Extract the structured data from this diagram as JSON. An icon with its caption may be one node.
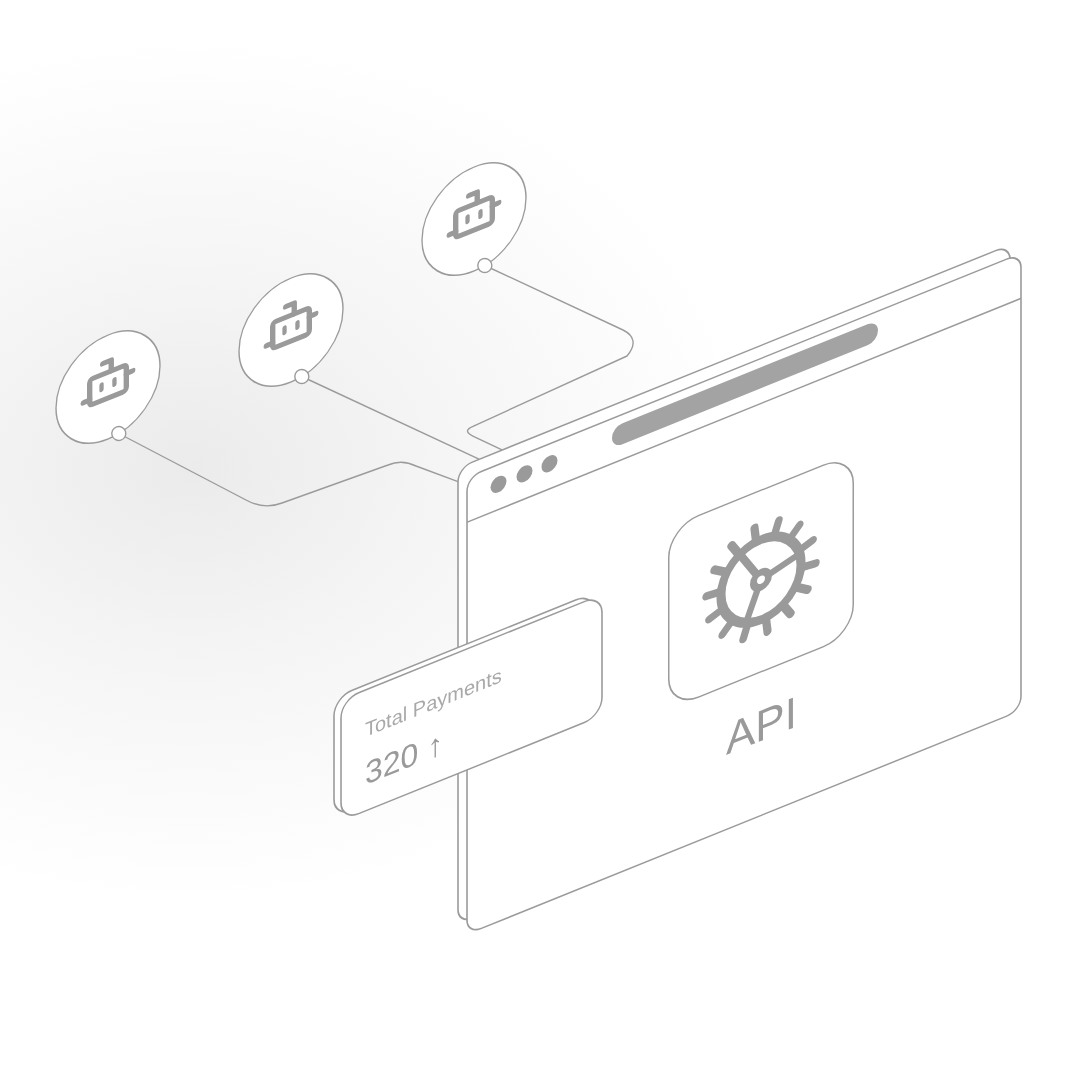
{
  "diagram": {
    "nodes": [
      {
        "text": [],
        "shape": "circle"
      },
      {
        "text": [],
        "shape": "circle"
      },
      {
        "text": [],
        "shape": "circle"
      },
      {
        "text": [],
        "shape": "box"
      },
      {
        "text": [
          "API"
        ],
        "in": 3
      },
      {
        "text": [
          "Total Payments",
          "320 ↑"
        ]
      }
    ],
    "edges": [
      {
        "from": 0,
        "to": 3,
        "arrow": "other"
      },
      {
        "from": 1,
        "to": 3,
        "arrow": "other"
      },
      {
        "from": 2,
        "to": 3,
        "arrow": "other"
      }
    ]
  }
}
